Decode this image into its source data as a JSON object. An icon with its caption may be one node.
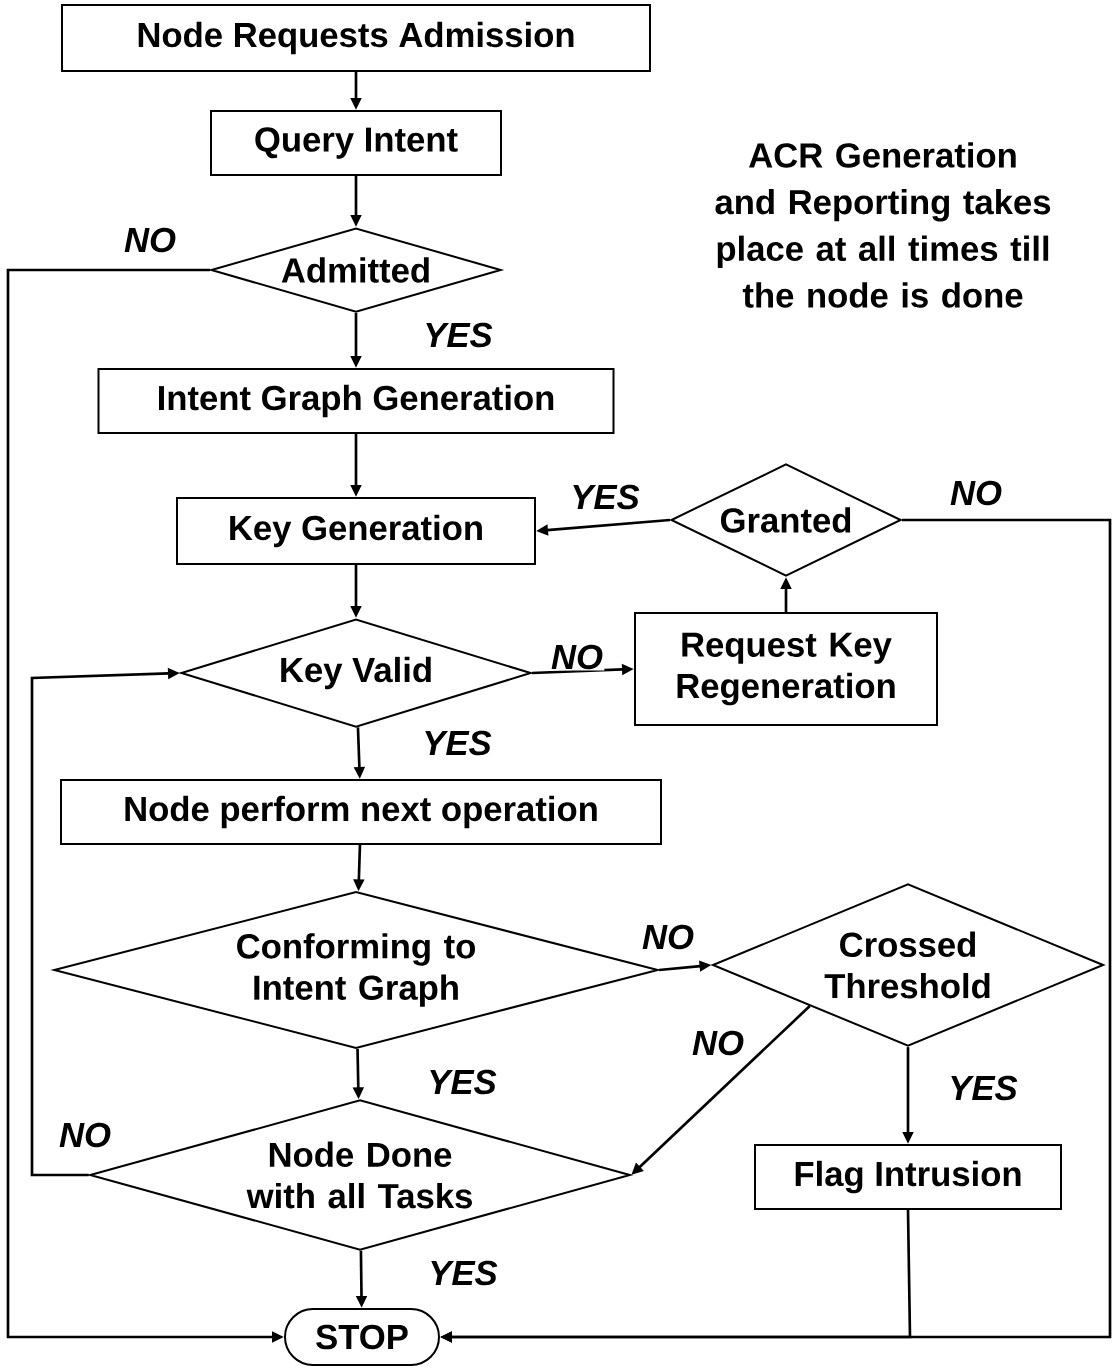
{
  "diagram": {
    "nodes": [
      {
        "text": [
          "Node Requests Admission"
        ]
      },
      {
        "text": [
          "Query Intent"
        ]
      },
      {
        "text": [
          "Admitted"
        ]
      },
      {
        "text": [
          "Intent Graph Generation"
        ]
      },
      {
        "text": [
          "Key Generation"
        ]
      },
      {
        "text": [
          "Granted"
        ]
      },
      {
        "text": [
          "Key Valid"
        ]
      },
      {
        "text": [
          "Request Key Regeneration"
        ]
      },
      {
        "text": [
          "Node perform next operation"
        ]
      },
      {
        "text": [
          "Conforming to Intent Graph"
        ]
      },
      {
        "text": [
          "Crossed Threshold"
        ]
      },
      {
        "text": [
          "Node Done with all Tasks"
        ]
      },
      {
        "text": [
          "Flag Intrusion"
        ]
      },
      {
        "text": [
          "STOP"
        ]
      }
    ],
    "edges": [
      {
        "from": 0,
        "to": 1,
        "arrow": "to"
      },
      {
        "from": 1,
        "to": 2,
        "arrow": "to"
      },
      {
        "from": 2,
        "to": 3,
        "arrow": "to",
        "label": "YES"
      },
      {
        "from": 2,
        "to": 13,
        "arrow": "to",
        "label": "NO"
      },
      {
        "from": 3,
        "to": 4,
        "arrow": "to"
      },
      {
        "from": 4,
        "to": 6,
        "arrow": "to"
      },
      {
        "from": 6,
        "to": 7,
        "arrow": "to",
        "label": "NO"
      },
      {
        "from": 7,
        "to": 5,
        "arrow": "to"
      },
      {
        "from": 5,
        "to": 4,
        "arrow": "to",
        "label": "YES"
      },
      {
        "from": 5,
        "to": 13,
        "arrow": "to",
        "label": "NO"
      },
      {
        "from": 6,
        "to": 8,
        "arrow": "to",
        "label": "YES"
      },
      {
        "from": 8,
        "to": 9,
        "arrow": "to"
      },
      {
        "from": 9,
        "to": 10,
        "arrow": "to",
        "label": "NO"
      },
      {
        "from": 9,
        "to": 11,
        "arrow": "to",
        "label": "YES"
      },
      {
        "from": 10,
        "to": 11,
        "arrow": "to",
        "label": "NO"
      },
      {
        "from": 10,
        "to": 12,
        "arrow": "to",
        "label": "YES"
      },
      {
        "from": 11,
        "to": 13,
        "arrow": "to",
        "label": "YES"
      },
      {
        "from": 11,
        "to": 6,
        "arrow": "to",
        "label": "NO"
      },
      {
        "from": 12,
        "to": 13,
        "arrow": "to"
      }
    ],
    "labels": [
      "ACR Generation and Reporting takes place at all times till the node is done"
    ]
  }
}
